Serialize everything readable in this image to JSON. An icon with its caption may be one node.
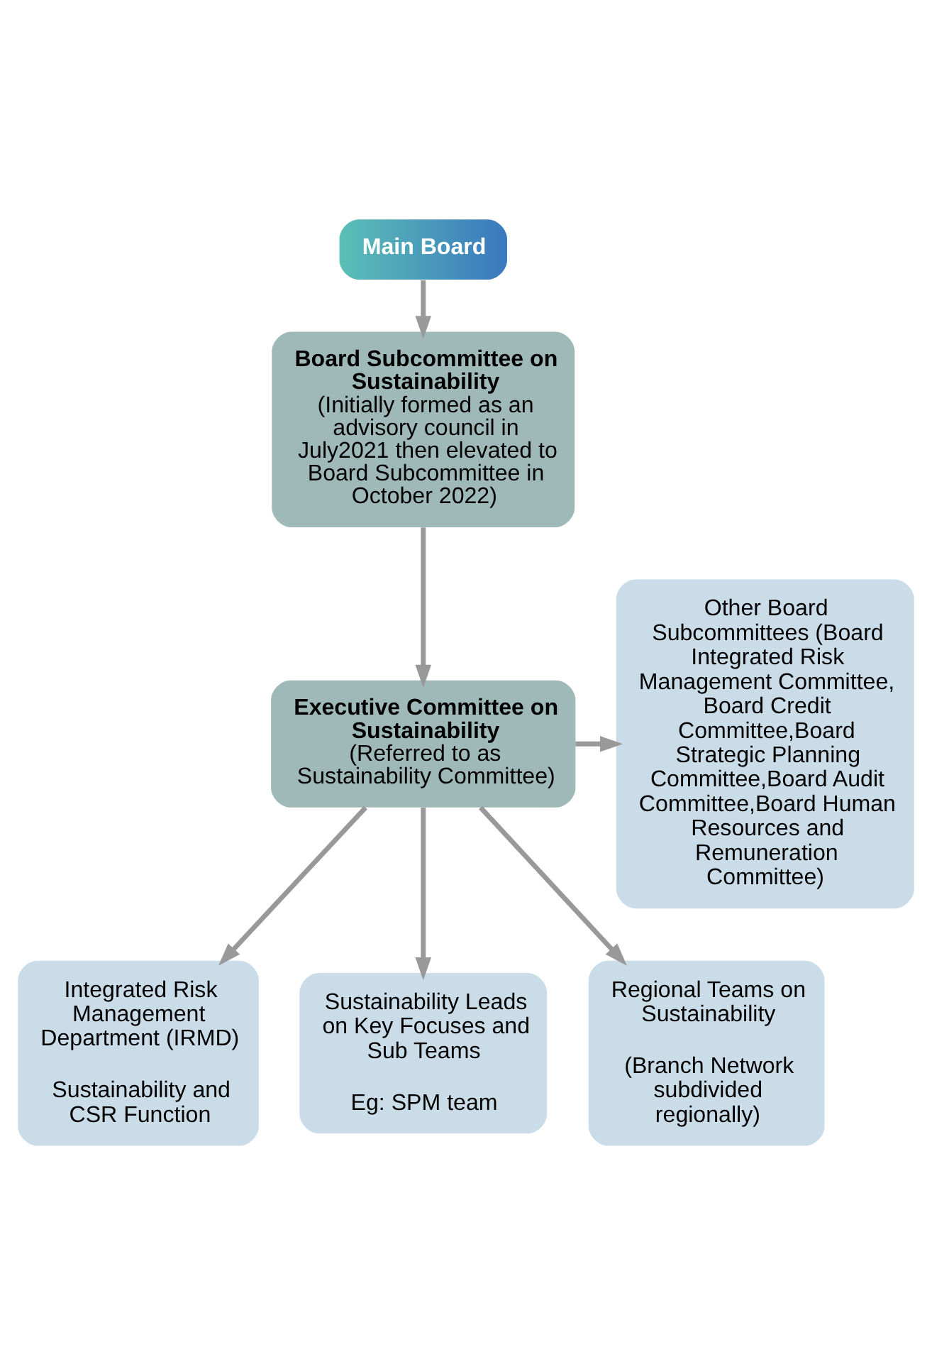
{
  "diagram": {
    "nodes": [
      {
        "text": [
          "Main Board"
        ]
      },
      {
        "text": [
          "**Board Subcommittee on Sustainability** (Initially formed as an advisory council in July2021 then elevated to Board Subcommittee in October 2022)"
        ]
      },
      {
        "text": [
          "Other Board Subcommittees (Board Integrated Risk Management Committee, Board Credit Committee,Board Strategic Planning Committee,Board Audit Committee,Board Human Resources and Remuneration Committee)"
        ]
      },
      {
        "text": [
          "**Executive Committee on Sustainability** (Referred to as Sustainability Committee)"
        ]
      },
      {
        "text": [
          "Integrated Risk Management Department (IRMD)",
          "Sustainability and CSR Function"
        ]
      },
      {
        "text": [
          "Sustainability Leads on Key Focuses and Sub Teams",
          "Eg: SPM team"
        ]
      },
      {
        "text": [
          "Regional Teams on Sustainability",
          "(Branch Network subdivided regionally)"
        ]
      }
    ],
    "edges": [
      {
        "from": 0,
        "to": 1,
        "arrow": "to"
      },
      {
        "from": 1,
        "to": 3,
        "arrow": "to"
      },
      {
        "from": 3,
        "to": 2,
        "arrow": "to"
      },
      {
        "from": 3,
        "to": 4,
        "arrow": "to"
      },
      {
        "from": 3,
        "to": 5,
        "arrow": "to"
      },
      {
        "from": 3,
        "to": 6,
        "arrow": "to"
      }
    ]
  }
}
